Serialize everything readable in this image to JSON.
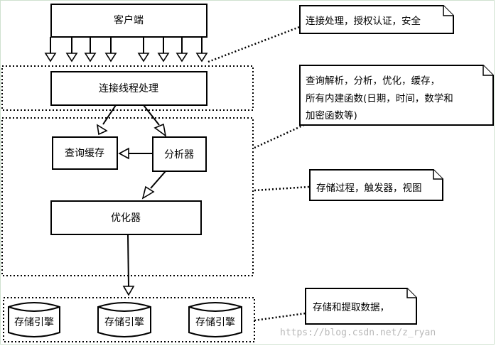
{
  "boxes": {
    "client": "客户端",
    "connection_thread": "连接线程处理",
    "query_cache": "查询缓存",
    "analyzer": "分析器",
    "optimizer": "优化器"
  },
  "engines": [
    "存储引擎",
    "存储引擎",
    "存储引擎"
  ],
  "notes": {
    "connection": "连接处理，授权认证，安全",
    "parsing": [
      "查询解析，分析，优化，缓存，",
      "所有内建函数(日期，时间，数学和",
      "加密函数等)"
    ],
    "stored": "存储过程，触发器，视图",
    "storage": "存储和提取数据，"
  },
  "watermark": "https://blog.csdn.net/z_ryan"
}
